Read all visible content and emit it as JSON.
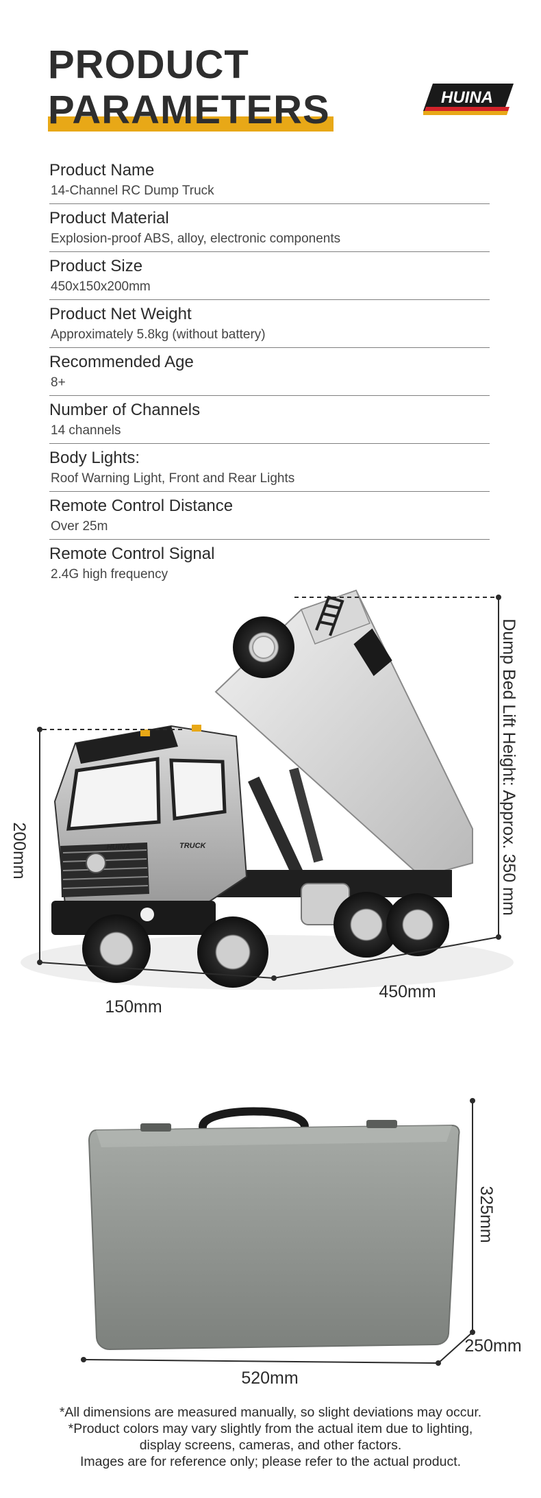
{
  "header": {
    "title_line1": "PRODUCT",
    "title_line2": "PARAMETERS",
    "brand_logo": "HUINA"
  },
  "params": [
    {
      "label": "Product Name",
      "value": "14-Channel RC Dump Truck"
    },
    {
      "label": "Product Material",
      "value": "Explosion-proof ABS, alloy, electronic components"
    },
    {
      "label": "Product Size",
      "value": "450x150x200mm"
    },
    {
      "label": "Product Net Weight",
      "value": "Approximately 5.8kg (without battery)"
    },
    {
      "label": "Recommended Age",
      "value": "8+"
    },
    {
      "label": "Number of Channels",
      "value": "14 channels"
    },
    {
      "label": "Body Lights:",
      "value": "Roof Warning Light, Front and Rear Lights"
    },
    {
      "label": "Remote Control Distance",
      "value": "Over 25m"
    },
    {
      "label": "Remote Control Signal",
      "value": "2.4G high frequency"
    }
  ],
  "truck_dimensions": {
    "height": "200mm",
    "width": "150mm",
    "length": "450mm",
    "lift_height": "Dump Bed Lift Height: Approx. 350 mm",
    "cab_logo": "HUINA",
    "door_badge": "TRUCK"
  },
  "case_dimensions": {
    "height": "325mm",
    "depth": "250mm",
    "length": "520mm"
  },
  "notes": [
    "*All dimensions are measured manually, so slight deviations may occur.",
    "*Product colors may vary slightly from the actual item due to lighting,",
    "display screens, cameras, and other factors.",
    "Images are for reference only; please refer to the actual product."
  ],
  "colors": {
    "accent": "#e8a817",
    "logo_red": "#d2232a",
    "logo_black": "#1a1a1a",
    "text": "#2b2b2b",
    "divider": "#7f7f7f"
  }
}
